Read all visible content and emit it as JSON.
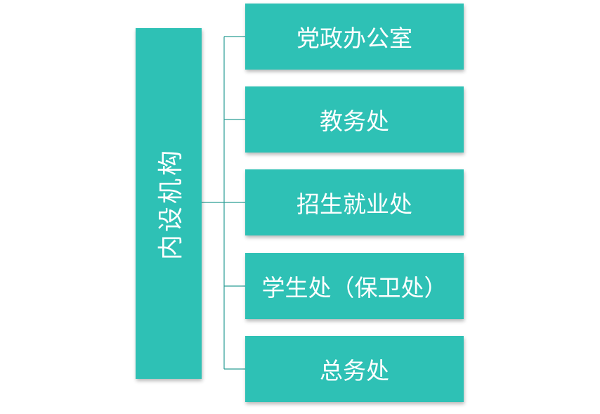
{
  "root": {
    "label": "内设机构"
  },
  "children": [
    {
      "label": "党政办公室"
    },
    {
      "label": "教务处"
    },
    {
      "label": "招生就业处"
    },
    {
      "label": "学生处（保卫处）"
    },
    {
      "label": "总务处"
    }
  ],
  "colors": {
    "box_fill": "#2ec1b5",
    "connector": "#2a9d95",
    "text": "#ffffff"
  }
}
